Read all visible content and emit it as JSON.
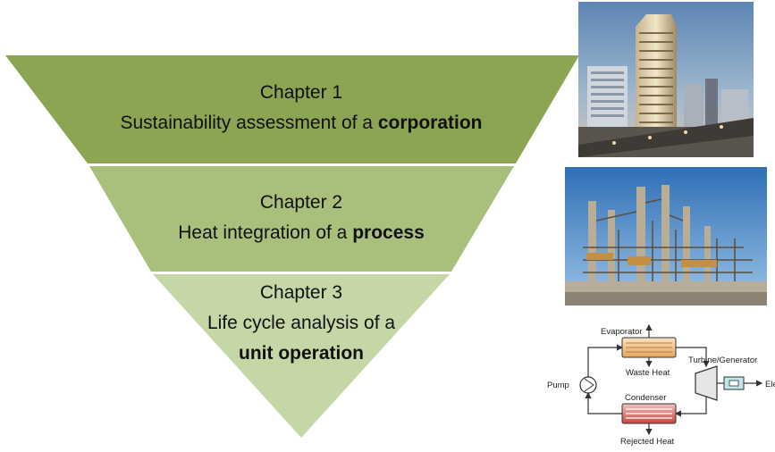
{
  "chapters": [
    {
      "title": "Chapter 1",
      "text_prefix": "Sustainability assessment of a ",
      "text_bold": "corporation",
      "color": "#8ba552"
    },
    {
      "title": "Chapter 2",
      "text_prefix": "Heat integration of a ",
      "text_bold": "process",
      "color": "#a8c07c"
    },
    {
      "title": "Chapter 3",
      "text_prefix": "Life cycle analysis of a",
      "text_bold": "unit operation",
      "color": "#c5d7a7"
    }
  ],
  "cycle_diagram": {
    "evaporator": "Evaporator",
    "waste_heat": "Waste Heat",
    "pump": "Pump",
    "turbine": "Turbine/Generator",
    "electricity": "Ele",
    "condenser": "Condenser",
    "rejected_heat": "Rejected Heat"
  }
}
